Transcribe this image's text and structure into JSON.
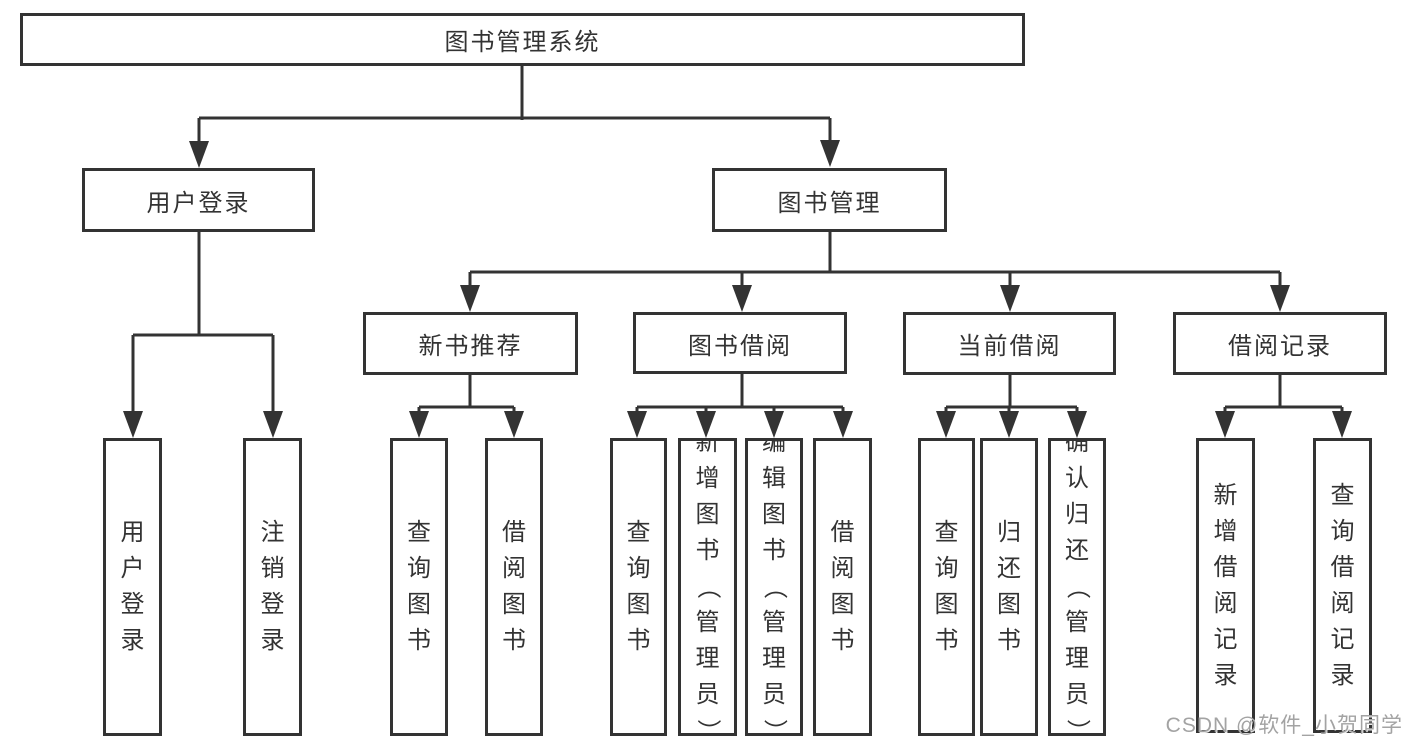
{
  "diagram": {
    "root": {
      "label": "图书管理系统"
    },
    "level2": {
      "user_login": {
        "label": "用户登录"
      },
      "book_management": {
        "label": "图书管理"
      }
    },
    "level3": {
      "new_book_recommend": {
        "label": "新书推荐"
      },
      "book_borrow": {
        "label": "图书借阅"
      },
      "current_borrow": {
        "label": "当前借阅"
      },
      "borrow_records": {
        "label": "借阅记录"
      }
    },
    "leaves": {
      "user_login": [
        "用户登录",
        "注销登录"
      ],
      "new_book_recommend": [
        "查询图书",
        "借阅图书"
      ],
      "book_borrow": [
        "查询图书",
        "新增图书（管理员）",
        "编辑图书（管理员）",
        "借阅图书"
      ],
      "current_borrow": [
        "查询图书",
        "归还图书",
        "确认归还（管理员）"
      ],
      "borrow_records": [
        "新增借阅记录",
        "查询借阅记录"
      ]
    },
    "line_color": "#333333"
  },
  "watermark": {
    "text": "CSDN @软件_小贺同学"
  }
}
